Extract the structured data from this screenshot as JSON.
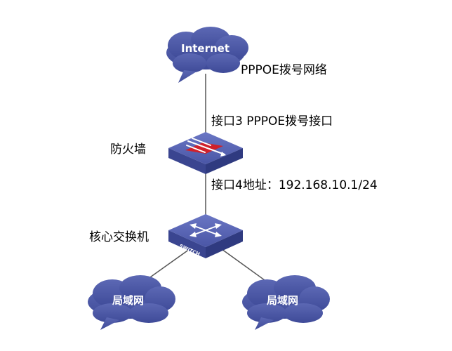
{
  "nodes": {
    "internet": {
      "label": "Internet"
    },
    "firewall": {
      "label": "防火墙"
    },
    "core_switch": {
      "label": "核心交换机",
      "badge": "SWITCH"
    },
    "lan_left": {
      "label": "局域网"
    },
    "lan_right": {
      "label": "局域网"
    }
  },
  "annotations": {
    "pppoe_network": "PPPOE拨号网络",
    "port3": "接口3 PPPOE拨号接口",
    "port4": "接口4地址：192.168.10.1/24"
  },
  "colors": {
    "cloud_fill": "#4e5ba8",
    "device_top": "#5662b2",
    "device_side": "#3a4590",
    "line": "#555555",
    "firewall_stripe": "#d0202a"
  }
}
